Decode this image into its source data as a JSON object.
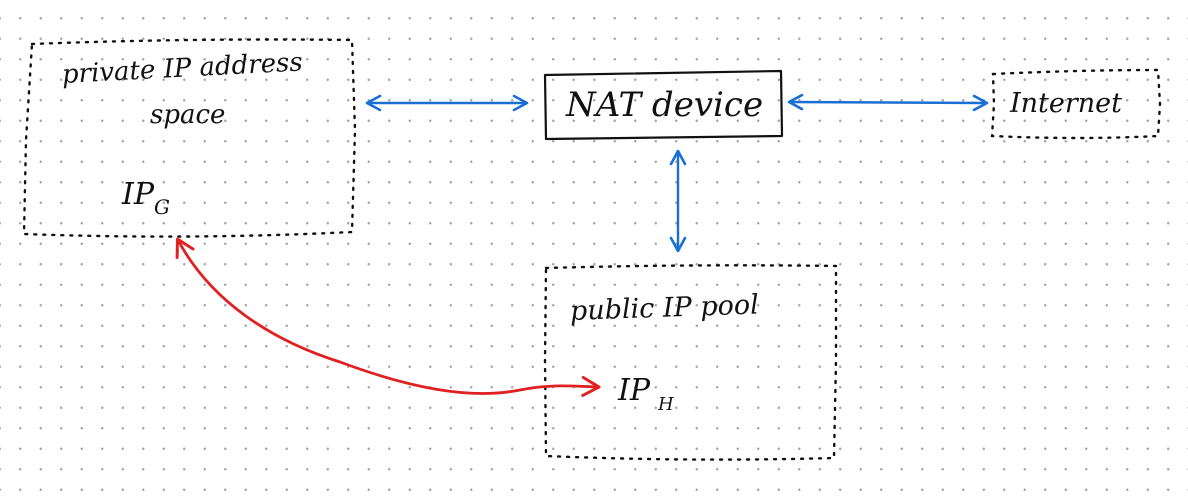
{
  "colors": {
    "ink": "#111111",
    "blue_arrow": "#1a6fd4",
    "red_arrow": "#e02121",
    "grid_dot": "#a9a9a9"
  },
  "private_space": {
    "line1": "private IP address",
    "line2": "space",
    "ip_main": "IP",
    "ip_sub": "G"
  },
  "nat": {
    "label": "NAT device"
  },
  "internet": {
    "label": "Internet"
  },
  "public_pool": {
    "label": "public IP pool",
    "ip_main": "IP",
    "ip_sub": "H"
  }
}
